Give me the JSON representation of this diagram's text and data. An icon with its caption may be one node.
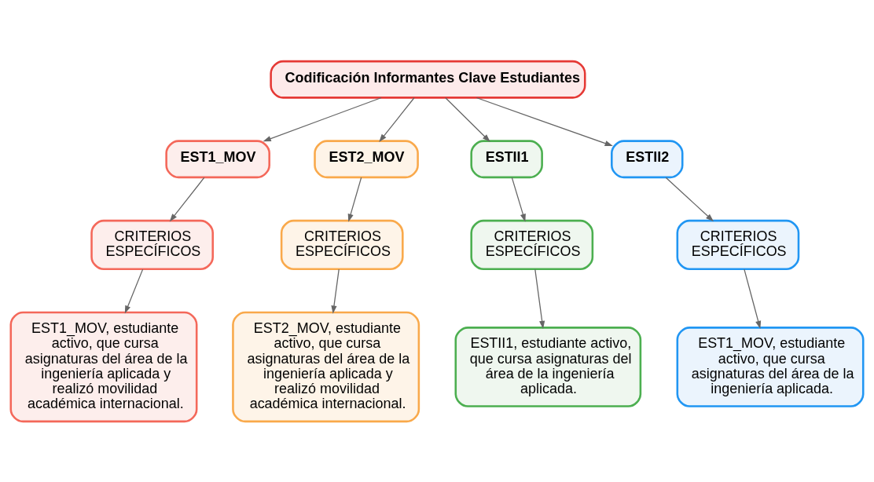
{
  "diagram": {
    "nodes": [
      {
        "text": [
          "Codificación Informantes Clave Estudiantes"
        ]
      },
      {
        "text": [
          "EST1_MOV"
        ]
      },
      {
        "text": [
          "EST2_MOV"
        ]
      },
      {
        "text": [
          "ESTII1"
        ]
      },
      {
        "text": [
          "ESTII2"
        ]
      },
      {
        "text": [
          "CRITERIOS ESPECÍFICOS"
        ]
      },
      {
        "text": [
          "CRITERIOS ESPECÍFICOS"
        ]
      },
      {
        "text": [
          "CRITERIOS ESPECÍFICOS"
        ]
      },
      {
        "text": [
          "CRITERIOS ESPECÍFICOS"
        ]
      },
      {
        "text": [
          "EST1_MOV, estudiante activo, que cursa asignaturas del área de la ingeniería aplicada y realizó movilidad académica internacional."
        ]
      },
      {
        "text": [
          "EST2_MOV, estudiante activo, que cursa asignaturas del área de la ingeniería aplicada y realizó movilidad académica internacional."
        ]
      },
      {
        "text": [
          "ESTII1, estudiante activo, que cursa asignaturas del área de la ingeniería aplicada."
        ]
      },
      {
        "text": [
          "EST1_MOV, estudiante activo, que cursa asignaturas del área de la ingeniería aplicada."
        ]
      }
    ],
    "edges": [
      {
        "from": 0,
        "to": 1,
        "arrow": "to"
      },
      {
        "from": 0,
        "to": 2,
        "arrow": "to"
      },
      {
        "from": 0,
        "to": 3,
        "arrow": "to"
      },
      {
        "from": 0,
        "to": 4,
        "arrow": "to"
      },
      {
        "from": 1,
        "to": 5,
        "arrow": "to"
      },
      {
        "from": 2,
        "to": 6,
        "arrow": "to"
      },
      {
        "from": 3,
        "to": 7,
        "arrow": "to"
      },
      {
        "from": 4,
        "to": 8,
        "arrow": "to"
      },
      {
        "from": 5,
        "to": 9,
        "arrow": "to"
      },
      {
        "from": 6,
        "to": 10,
        "arrow": "to"
      },
      {
        "from": 7,
        "to": 11,
        "arrow": "to"
      },
      {
        "from": 8,
        "to": 12,
        "arrow": "to"
      }
    ]
  }
}
